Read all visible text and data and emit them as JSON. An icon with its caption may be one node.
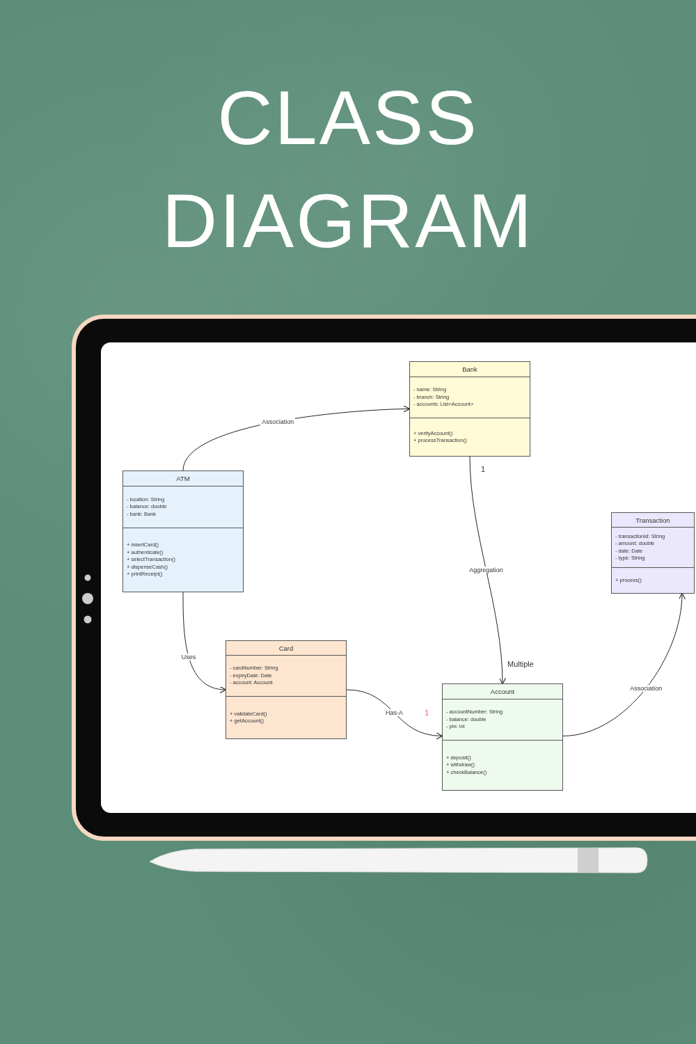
{
  "diagram": {
    "title": "CLASS DIAGRAM",
    "nodes": [
      {
        "text": [
          "Bank",
          "- name: String",
          "- branch: String",
          "- accounts: List<Account>",
          "+ verifyAccount()",
          "+ processTransaction()"
        ]
      },
      {
        "text": [
          "ATM",
          "- location: String",
          "- balance: double",
          "- bank: Bank",
          "+ insertCard()",
          "+ authenticate()",
          "+ selectTransaction()",
          "+ dispenseCash()",
          "+ printReceipt()"
        ]
      },
      {
        "text": [
          "Card",
          "- cardNumber: String",
          "- expiryDate: Date",
          "- account: Account",
          "+ validateCard()",
          "+ getAccount()"
        ]
      },
      {
        "text": [
          "Account",
          "- accountNumber: String",
          "- balance: double",
          "- pin: int",
          "+ deposit()",
          "+ withdraw()",
          "+ checkBalance()"
        ]
      },
      {
        "text": [
          "Transaction",
          "- transactionId: String",
          "- amount: double",
          "- date: Date",
          "- type: String",
          "+ process()"
        ]
      }
    ],
    "edges": [
      {
        "from": 1,
        "to": 0,
        "arrow": "to",
        "label": "Association"
      },
      {
        "from": 0,
        "to": 3,
        "arrow": "to",
        "label": "Aggregation"
      },
      {
        "from": 1,
        "to": 2,
        "arrow": "to",
        "label": "Uses"
      },
      {
        "from": 2,
        "to": 3,
        "arrow": "to",
        "label": "Has-A"
      },
      {
        "from": 3,
        "to": 4,
        "arrow": "to",
        "label": "Association"
      }
    ],
    "labels": [
      "1",
      "Multiple",
      "1"
    ]
  }
}
